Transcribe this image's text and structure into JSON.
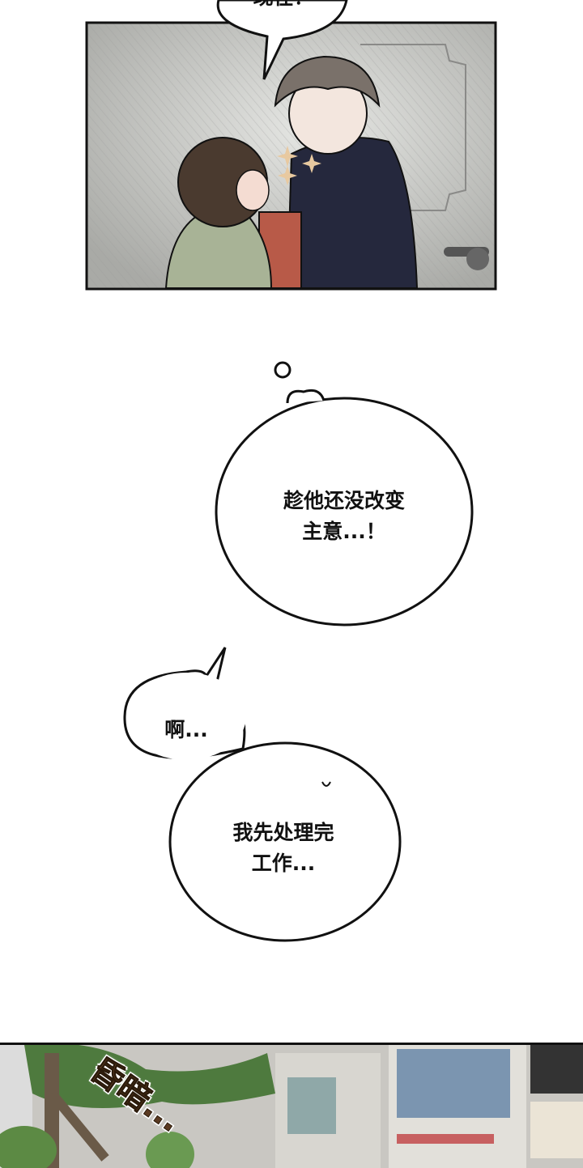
{
  "panel1": {
    "top_bubble_text": "现在！",
    "colors": {
      "wall": "#b9bab6",
      "shirt": "#25283d",
      "sweater": "#a8b396",
      "bag": "#b85a48",
      "hair_man": "#7a716a",
      "hair_woman": "#4a3a2f"
    }
  },
  "bubbles": [
    {
      "lines": [
        "趁他还没改变",
        "主意...！"
      ]
    },
    {
      "lines": [
        "啊..."
      ]
    },
    {
      "lines": [
        "我先处理完",
        "工作..."
      ]
    }
  ],
  "panel2": {
    "sfx_text": "昏暗...",
    "sfx_color": "#5a3a22"
  }
}
